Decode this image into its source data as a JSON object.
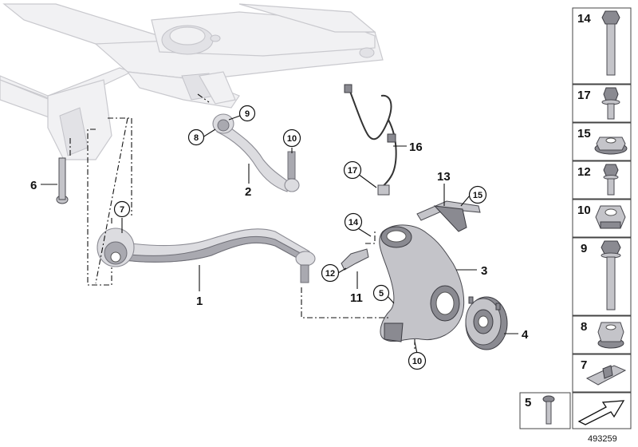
{
  "callouts": {
    "c1": "1",
    "c2": "2",
    "c3": "3",
    "c4": "4",
    "c5": "5",
    "c6": "6",
    "c7": "7",
    "c8": "8",
    "c9": "9",
    "c10a": "10",
    "c10b": "10",
    "c11": "11",
    "c12": "12",
    "c13": "13",
    "c14": "14",
    "c15": "15",
    "c16": "16",
    "c17": "17"
  },
  "side_parts": [
    "14",
    "17",
    "15",
    "12",
    "10",
    "9",
    "8",
    "7"
  ],
  "bottom_part": "5",
  "diagram_number": "493259",
  "colors": {
    "part_fill": "#c4c4c9",
    "frame_fill": "#f1f1f3",
    "line": "#111111"
  }
}
